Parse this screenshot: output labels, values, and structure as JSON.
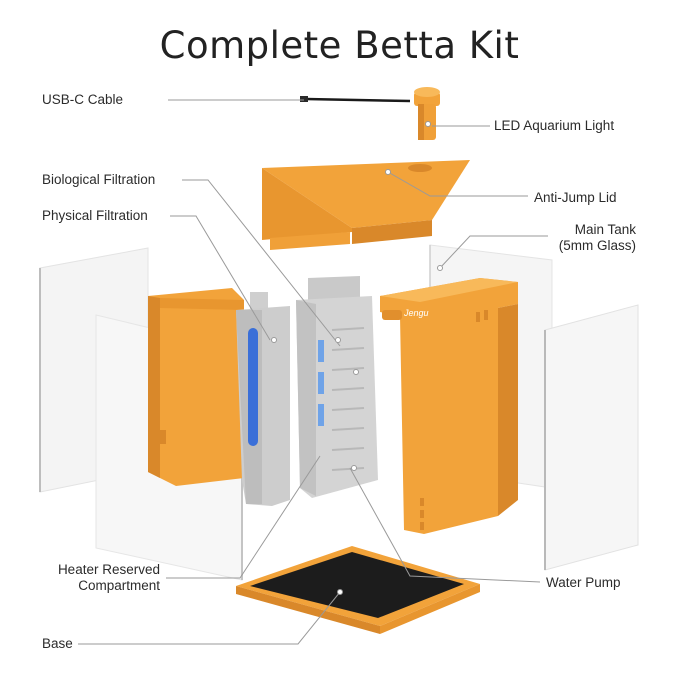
{
  "title": "Complete Betta Kit",
  "brand_text": "Jengu",
  "labels": {
    "usb_cable": "USB-C Cable",
    "led_light": "LED Aquarium Light",
    "bio_filtration": "Biological Filtration",
    "anti_jump_lid": "Anti-Jump Lid",
    "physical_filtration": "Physical Filtration",
    "main_tank_line1": "Main Tank",
    "main_tank_line2": "(5mm Glass)",
    "heater_line1": "Heater Reserved",
    "heater_line2": "Compartment",
    "water_pump": "Water Pump",
    "base": "Base"
  },
  "colors": {
    "orange": "#f2a33a",
    "orange_dark": "#d9882a",
    "grey": "#cfcfcf",
    "blue": "#3a6fd8",
    "glass": "#f6f6f6"
  }
}
